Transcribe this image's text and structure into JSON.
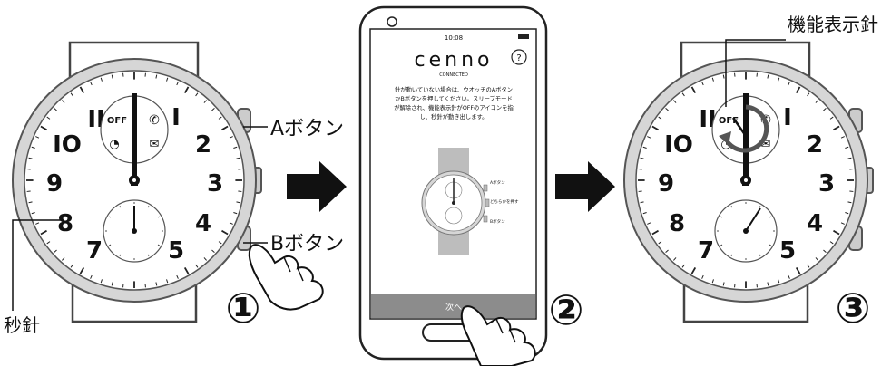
{
  "labels": {
    "button_a": "Aボタン",
    "button_b": "Bボタン",
    "second_hand": "秒針",
    "function_hand": "機能表示針"
  },
  "steps": [
    "①",
    "②",
    "③"
  ],
  "watch": {
    "hour_numerals": [
      "II",
      "I",
      "2",
      "3",
      "4",
      "5",
      "7",
      "8",
      "9",
      "IO"
    ],
    "function_icons": [
      "OFF",
      "phone-icon",
      "mail-icon",
      "timer-icon"
    ],
    "function_icon_text": "OFF"
  },
  "phone": {
    "status_time": "10:08",
    "brand": "cenno",
    "brand_sub": "CONNECTED",
    "help_symbol": "?",
    "instruction_lines": [
      "針が動いていない場合は、ウオッチのAボタン",
      "かBボタンを押してください。スリープモード",
      "が解除され、機能表示針がOFFのアイコンを指",
      "し、秒針が動き出します。"
    ],
    "mini_labels": [
      "Aボタン",
      "どちらかを押す",
      "Bボタン"
    ],
    "next_button": "次へ"
  }
}
